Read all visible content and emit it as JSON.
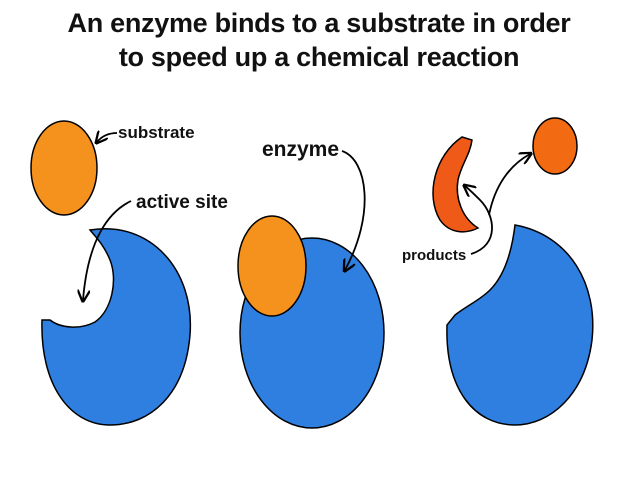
{
  "title": {
    "line1": "An enzyme binds to a substrate in order",
    "line2": "to speed up a chemical reaction"
  },
  "labels": {
    "substrate": "substrate",
    "active_site": "active site",
    "enzyme": "enzyme",
    "products": "products"
  },
  "colors": {
    "enzyme": "#2F7FE0",
    "substrate": "#F5921E",
    "product_crescent": "#F05A19",
    "product_circle": "#F26B12",
    "outline": "#000000",
    "text": "#111111",
    "background": "#FFFFFF"
  }
}
